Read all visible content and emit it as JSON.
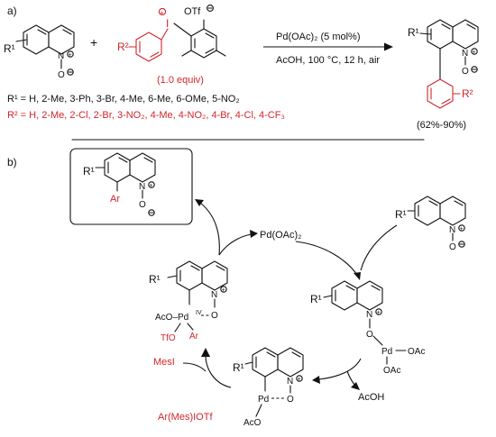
{
  "panel_a": {
    "label": "a)",
    "reagent_equiv": "(1.0 equiv)",
    "conditions_top": "Pd(OAc)₂ (5 mol%)",
    "conditions_bottom": "AcOH, 100 °C, 12 h, air",
    "r1_list": "R¹ = H, 2-Me, 3-Ph, 3-Br, 4-Me, 6-Me, 6-OMe, 5-NO₂",
    "r2_list": "R² = H, 2-Me, 2-Cl, 2-Br, 3-NO₂, 4-Me, 4-NO₂, 4-Br, 4-Cl, 4-CF₃",
    "yield": "(62%-90%)",
    "r1": "R¹",
    "r2": "R²",
    "plus": "+",
    "otf": "OTf",
    "iodine": "I",
    "n": "N",
    "o": "O"
  },
  "panel_b": {
    "label": "b)",
    "catalyst": "Pd(OAc)₂",
    "ar": "Ar",
    "acoh": "AcOH",
    "mesi": "MesI",
    "reagent": "Ar(Mes)IOTf",
    "pd_iv": "AcO–Pd",
    "pd_iv_ox": "IV",
    "tfo": "TfO",
    "pd": "Pd",
    "oac": "OAc",
    "aco": "AcO",
    "r1": "R¹",
    "n": "N",
    "o": "O"
  },
  "colors": {
    "accent": "#d2262b",
    "ink": "#111111"
  }
}
